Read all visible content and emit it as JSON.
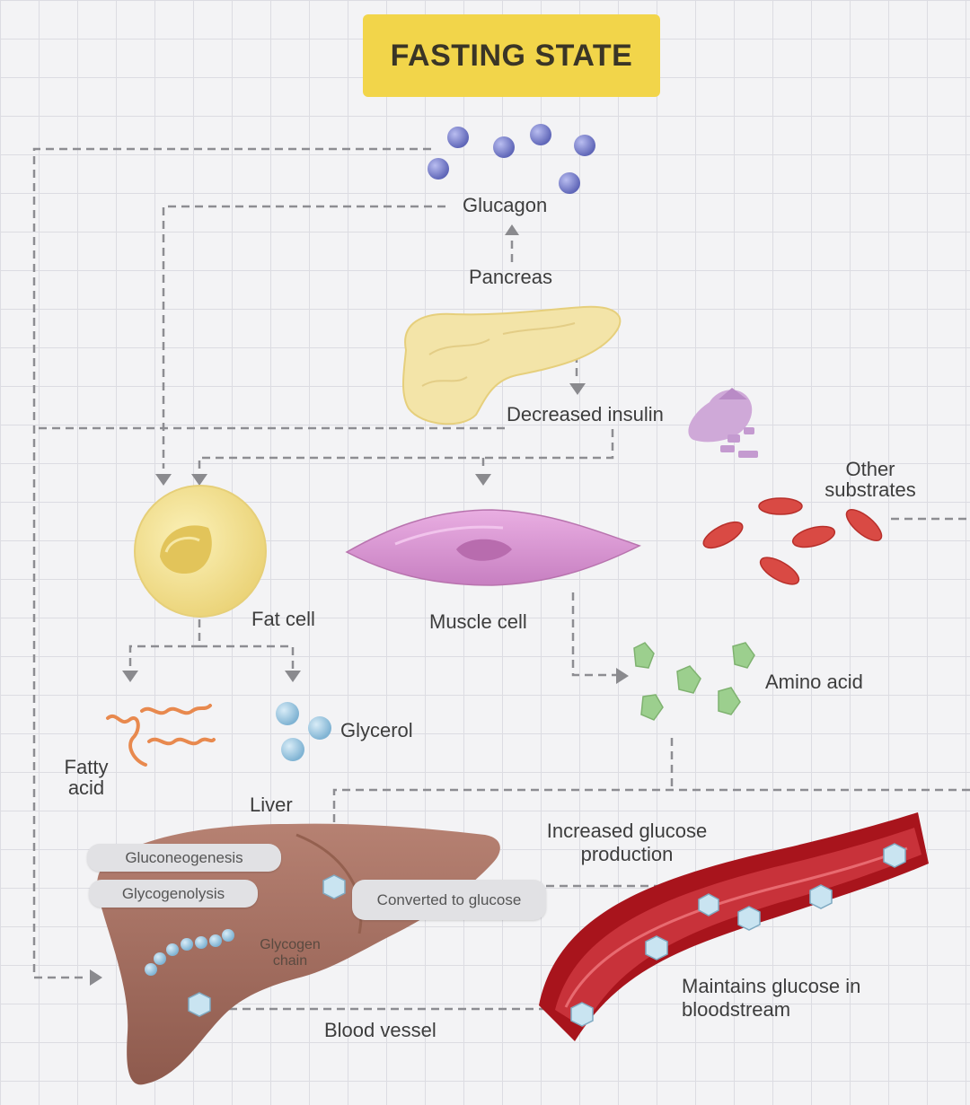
{
  "title": "FASTING STATE",
  "labels": {
    "glucagon": "Glucagon",
    "pancreas": "Pancreas",
    "decreased_insulin": "Decreased insulin",
    "other_substrates_1": "Other",
    "other_substrates_2": "substrates",
    "fat_cell": "Fat cell",
    "muscle_cell": "Muscle cell",
    "amino_acid": "Amino acid",
    "glycerol": "Glycerol",
    "fatty_acid_1": "Fatty",
    "fatty_acid_2": "acid",
    "liver": "Liver",
    "increased_glucose_1": "Increased glucose",
    "increased_glucose_2": "production",
    "gluconeogenesis": "Gluconeogenesis",
    "glycogenolysis": "Glycogenolysis",
    "converted_to_glucose": "Converted to glucose",
    "glycogen_chain_1": "Glycogen",
    "glycogen_chain_2": "chain",
    "maintains_glucose_1": "Maintains glucose in",
    "maintains_glucose_2": "bloodstream",
    "blood_vessel": "Blood vessel"
  },
  "colors": {
    "title_bg": "#f2d54a",
    "glucagon": "#7b80c9",
    "pancreas": "#f3e4a8",
    "fat_cell": "#f1df8a",
    "muscle_cell": "#d88ed2",
    "red_blood_cell": "#d94a44",
    "amino_acid": "#9ccf8e",
    "glycerol": "#9cc7df",
    "fatty_acid": "#e8894e",
    "liver": "#a86f60",
    "blood_vessel": "#a8141c",
    "arrow": "#8a8a8e"
  }
}
